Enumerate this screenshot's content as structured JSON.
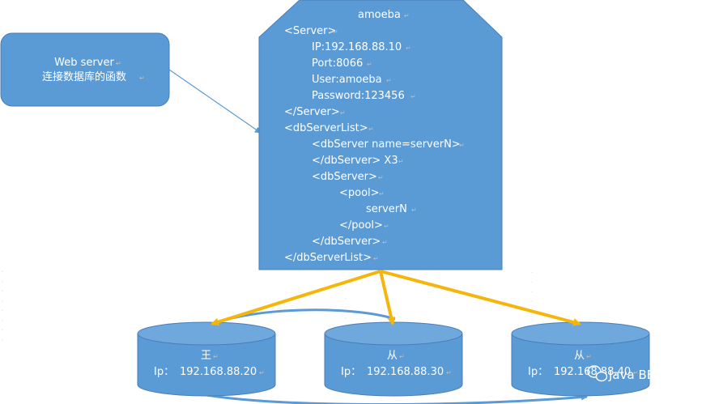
{
  "webserver_box": {
    "line1": "Web server",
    "line2": "连接数据库的函数"
  },
  "amoeba_config": {
    "title": "amoeba",
    "lines": [
      "<Server>",
      "IP:192.168.88.10",
      "Port:8066",
      "User:amoeba",
      "Password:123456",
      "</Server>",
      "<dbServerList>",
      "<dbServer name=serverN>",
      "</dbServer> X3",
      "<dbServer>",
      "<pool>",
      "serverN",
      "</pool>",
      "</dbServer>",
      "</dbServerList>"
    ]
  },
  "databases": [
    {
      "name": "王",
      "ip_label": "Ip：",
      "ip": "192.168.88.20"
    },
    {
      "name": "从",
      "ip_label": "Ip：",
      "ip": "192.168.88.30"
    },
    {
      "name": "从",
      "ip_label": "Ip：",
      "ip": "192.168.88.40"
    }
  ],
  "watermark": {
    "text": "Java BBS",
    "icon": "wechat-icon"
  },
  "colors": {
    "shape_fill": "#5b9bd5",
    "shape_stroke": "#4a7eb8",
    "arrow": "#f5b50a",
    "connector": "#5b9bd5"
  }
}
